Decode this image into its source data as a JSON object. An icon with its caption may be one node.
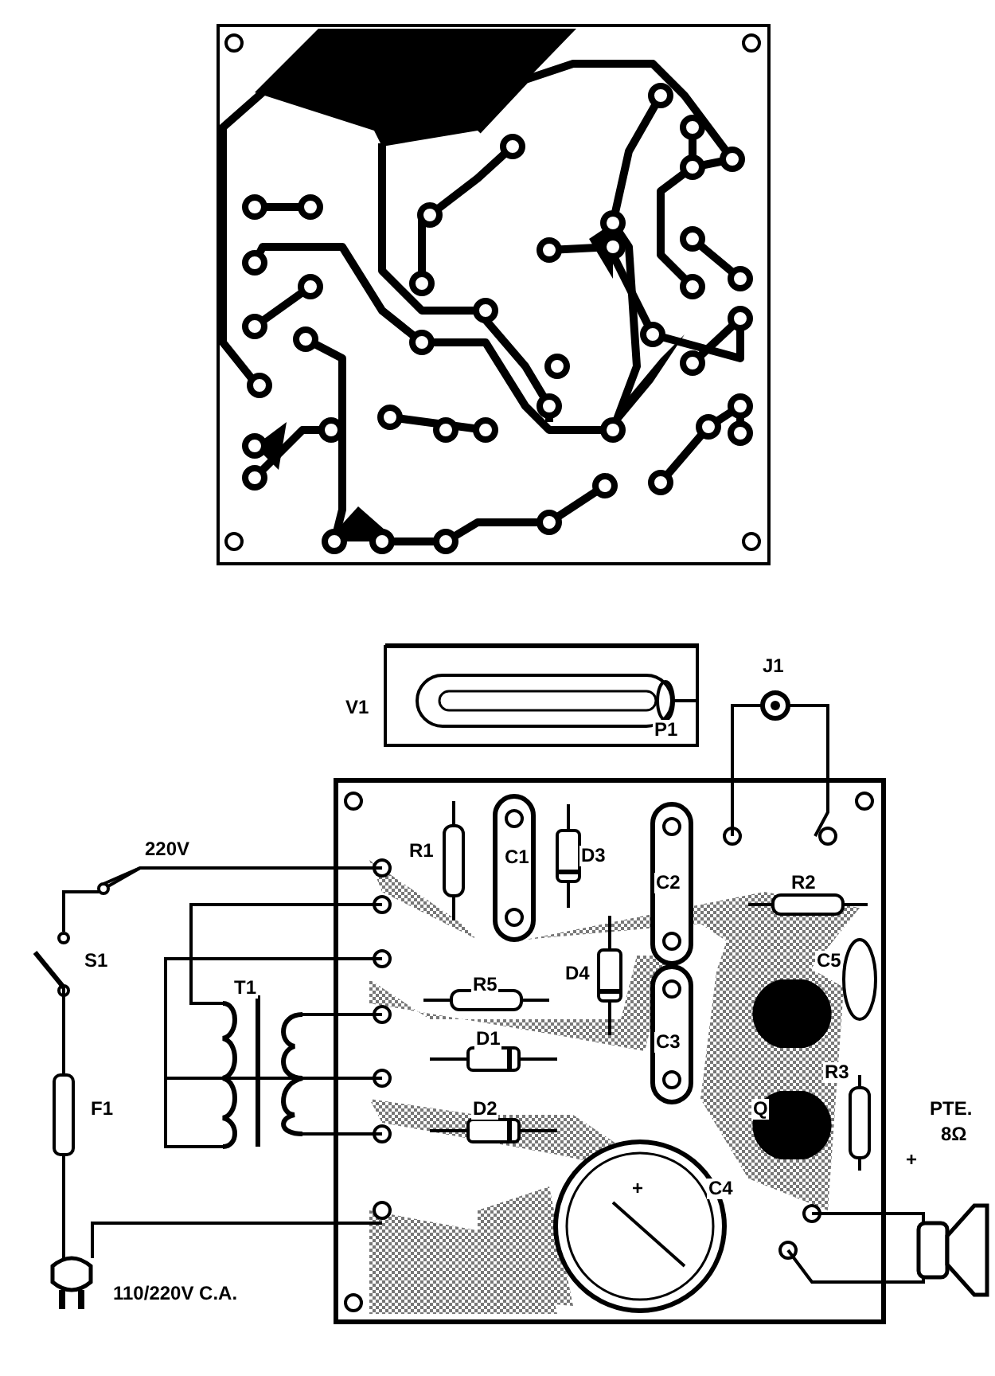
{
  "diagram": {
    "labels": [
      "V1",
      "J1",
      "P1",
      "220V",
      "R1",
      "C1",
      "D3",
      "C2",
      "R2",
      "S1",
      "C5",
      "T1",
      "R5",
      "D4",
      "D1",
      "C3",
      "R3",
      "F1",
      "D2",
      "Q",
      "PTE.",
      "8Ω",
      "+",
      "+",
      "C4",
      "110/220V C.A."
    ]
  }
}
